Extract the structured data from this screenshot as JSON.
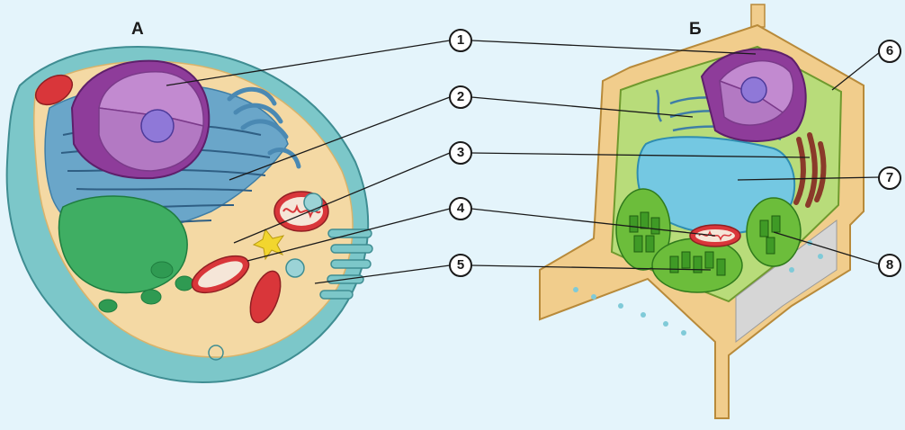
{
  "panels": {
    "animal": {
      "label": "А"
    },
    "plant": {
      "label": "Б"
    }
  },
  "callouts": [
    "1",
    "2",
    "3",
    "4",
    "5",
    "6",
    "7",
    "8"
  ],
  "colors": {
    "background": "#e4f4fb",
    "membrane": "#7cc7c9",
    "cytoplasm_animal": "#f4d9a4",
    "er": "#5a9bc0",
    "nucleus": "#c28ad0",
    "nucleolus": "#8f78d8",
    "mitochondria": "#d9363a",
    "chloroplast": "#6cbd3b",
    "vacuole": "#74c8e2",
    "cell_wall": "#f1cd8c",
    "plant_cytoplasm": "#b8dc7a"
  }
}
